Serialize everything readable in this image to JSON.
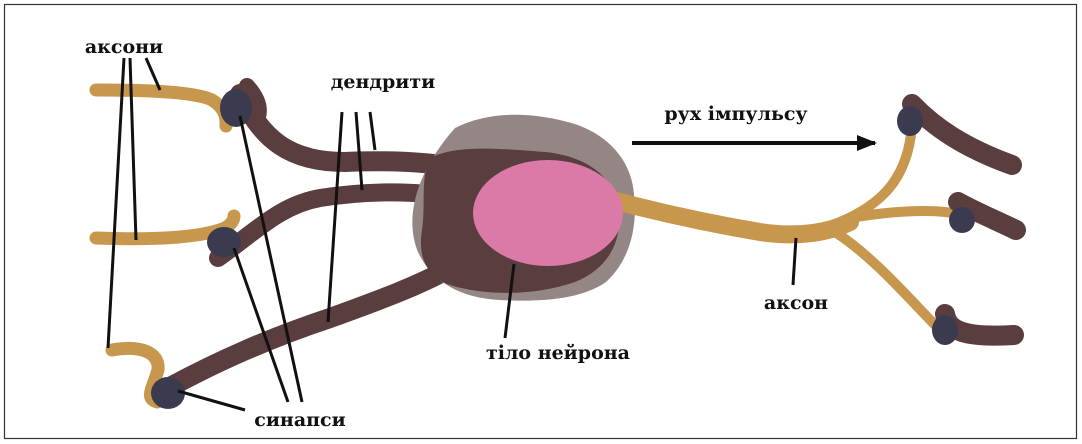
{
  "labels": {
    "axons": "аксони",
    "dendrites": "дендрити",
    "impulse": "рух імпульсу",
    "cell_body": "тіло нейрона",
    "axon": "аксон",
    "synapses": "синапси"
  },
  "colors": {
    "axon": "#c8974e",
    "dendrite": "#5a3d3e",
    "soma_halo": "#958686",
    "nucleus": "#db7aa6",
    "synapse": "#3a3b4f",
    "frame": "#333333",
    "line": "#111111"
  }
}
